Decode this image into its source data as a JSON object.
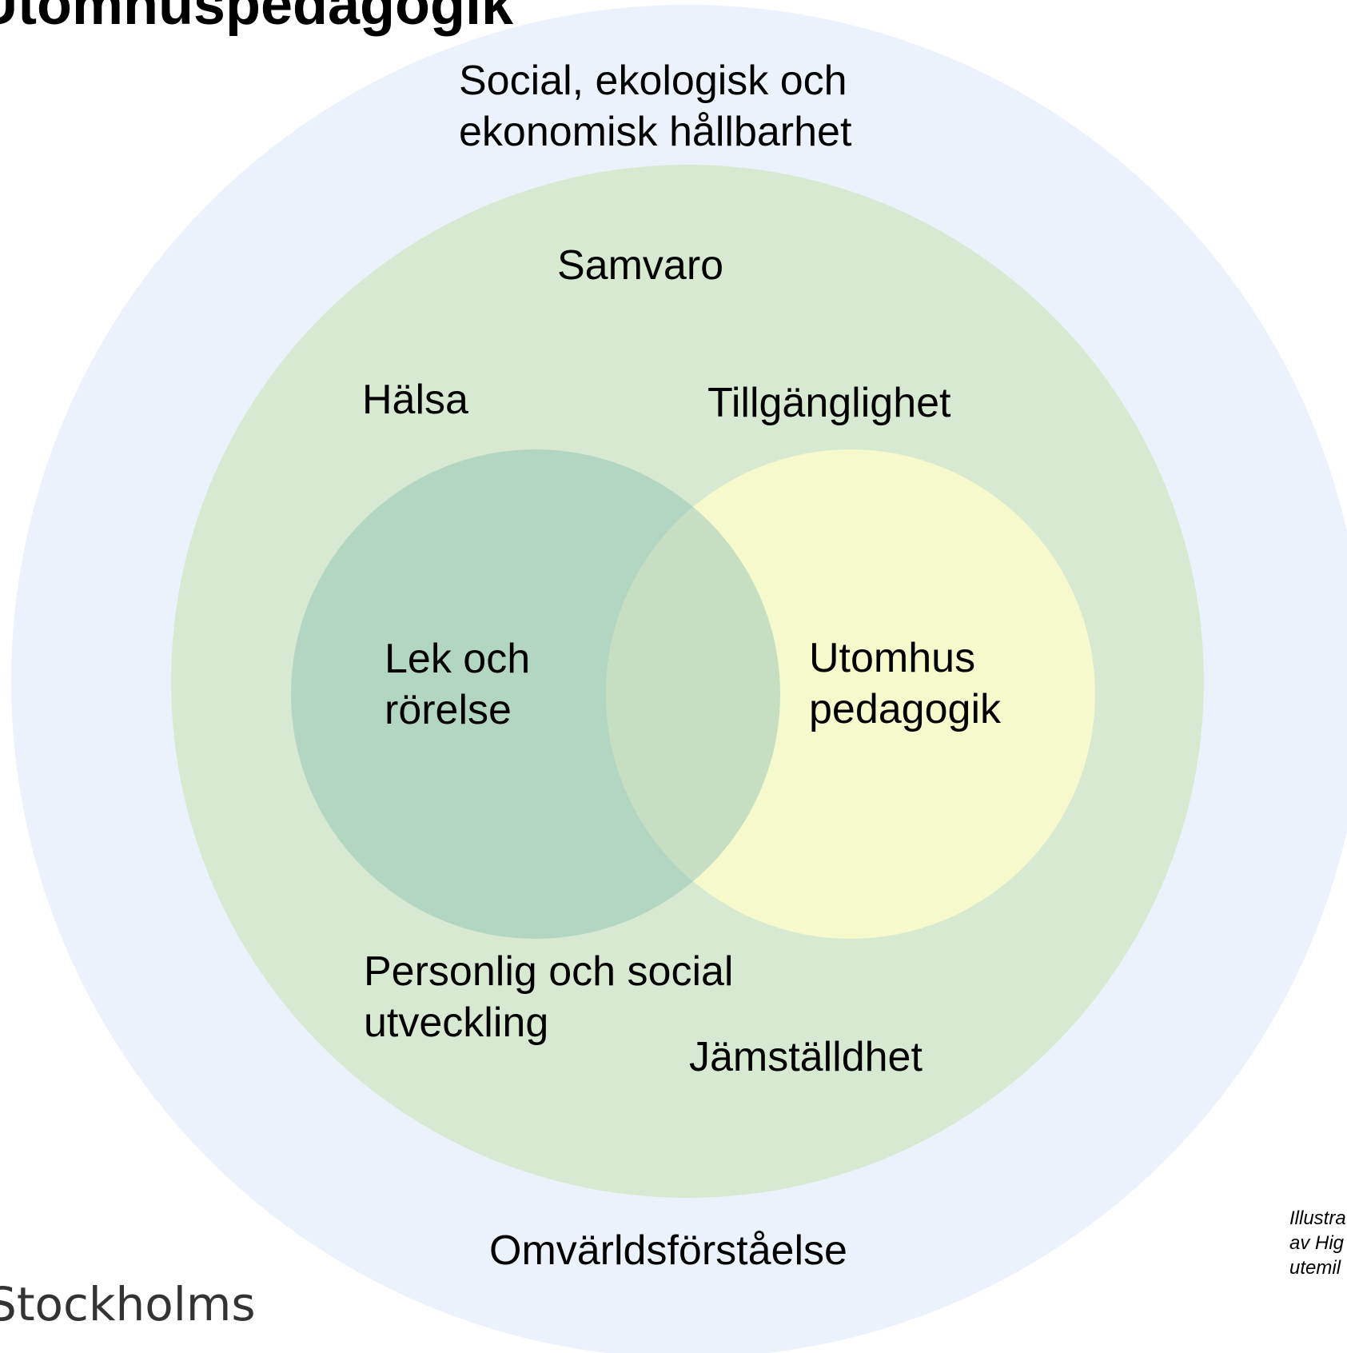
{
  "title": "Utomhuspedagogik",
  "labels": {
    "outer_line1": "Social, ekologisk och",
    "outer_line2": "ekonomisk hållbarhet",
    "samvaro": "Samvaro",
    "halsa": "Hälsa",
    "tillganglighet": "Tillgänglighet",
    "lek_line1": "Lek och",
    "lek_line2": "rörelse",
    "utomhus_line1": "Utomhus",
    "utomhus_line2": "pedagogik",
    "personlig_line1": "Personlig och social",
    "personlig_line2": "utveckling",
    "jamstalldhet": "Jämställdhet",
    "omvarld": "Omvärldsförståelse"
  },
  "logo_text": "Stockholms",
  "caption": {
    "line1": "Illustra",
    "line2": "av Hig",
    "line3": "utemil"
  },
  "colors": {
    "outer_circle": "#ecf2fb",
    "inner_circle": "#d7e9d0",
    "left_circle": "#b3d6c3",
    "right_circle": "#f5f9cb",
    "overlap": "#c6dfc2"
  }
}
